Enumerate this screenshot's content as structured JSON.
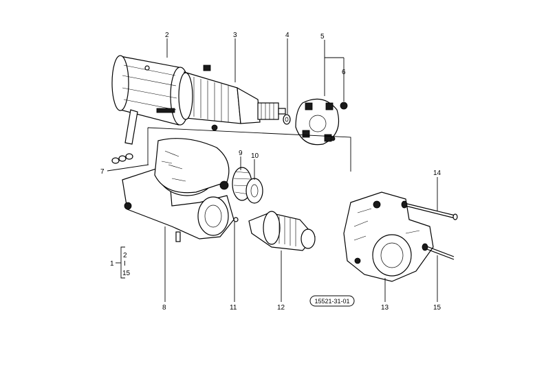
{
  "callouts": {
    "c1": "1",
    "c2": "2",
    "c2b": "2",
    "c3": "3",
    "c4": "4",
    "c5": "5",
    "c6": "6",
    "c7": "7",
    "c8": "8",
    "c9": "9",
    "c10": "10",
    "c11": "11",
    "c12": "12",
    "c13": "13",
    "c14": "14",
    "c15": "15",
    "c15b": "15",
    "cI": "I"
  },
  "reference_code": "15521-31-01"
}
